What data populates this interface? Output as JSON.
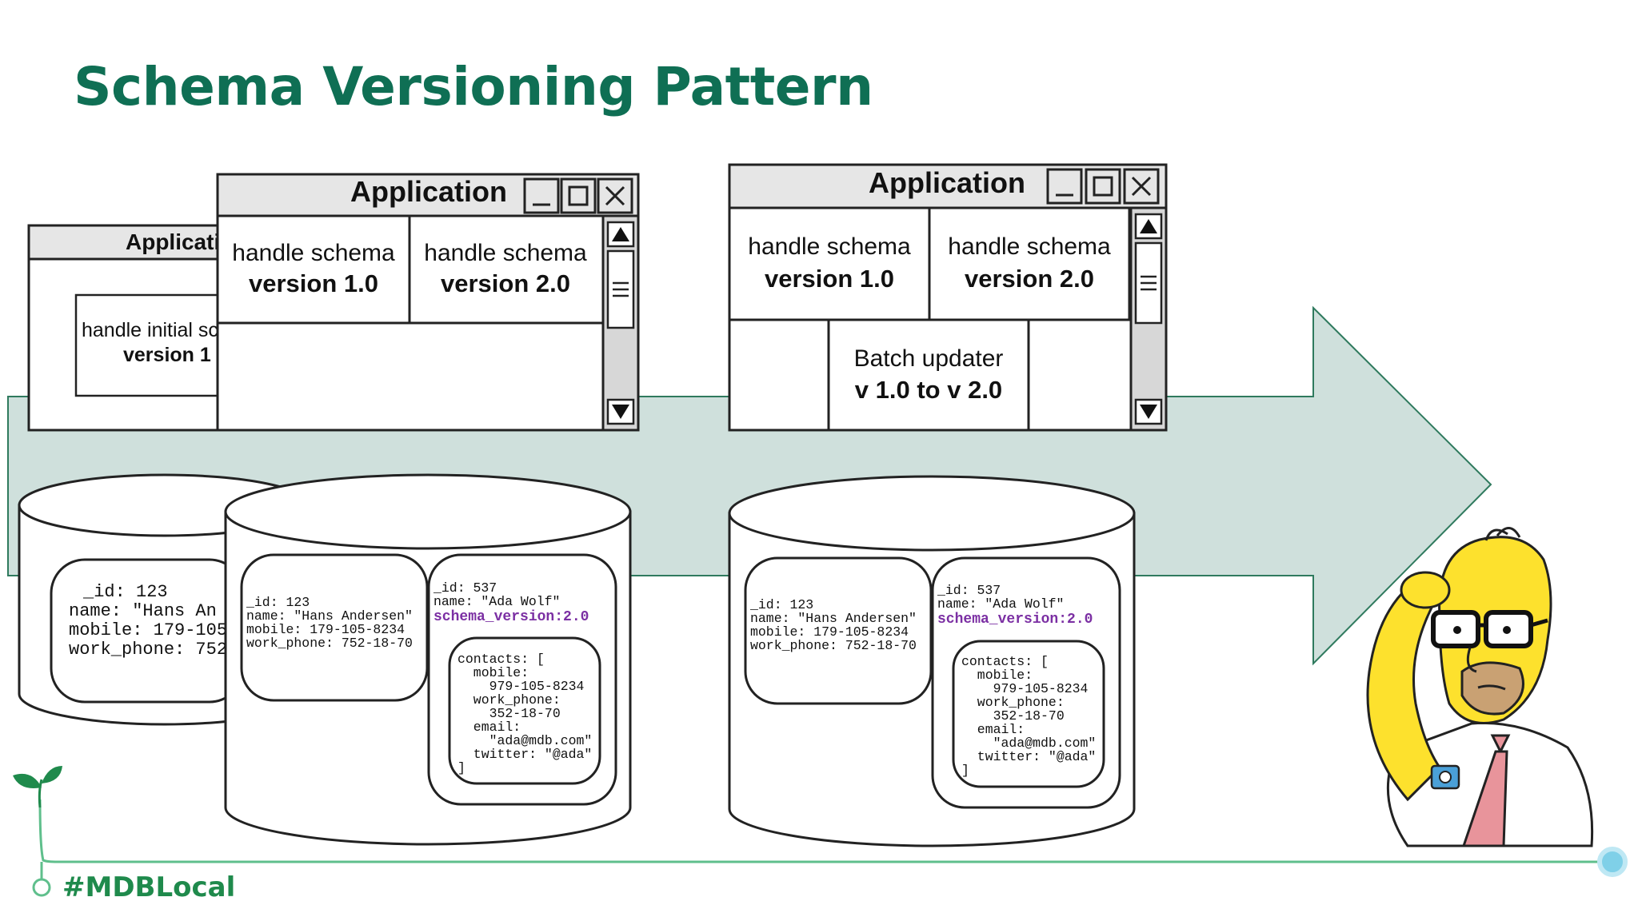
{
  "title": "Schema Versioning Pattern",
  "hashtag": "#MDBLocal",
  "colors": {
    "title": "#0f6f54",
    "brand_green": "#1f8a4c",
    "arrow_fill": "#cfe0dc",
    "arrow_stroke": "#2f7a5e",
    "window_bar": "#e6e6e6",
    "scrollbar": "#d7d7d7",
    "schema_version_text": "#7b2fa3",
    "timeline": "#5fbf8c",
    "timeline_node": "#7fd0e8"
  },
  "stage1": {
    "app_title": "Applicati",
    "handler_line1": "handle initial sc",
    "handler_line2": "version 1",
    "doc_lines": [
      "_id: 123",
      "name: \"Hans An",
      "mobile: 179-105",
      "work_phone: 752"
    ]
  },
  "stage2": {
    "app_title": "Application",
    "handler1_line1": "handle schema",
    "handler1_line2": "version 1.0",
    "handler2_line1": "handle schema",
    "handler2_line2": "version 2.0",
    "doc_old_lines": [
      "_id: 123",
      "name: \"Hans Andersen\"",
      "mobile: 179-105-8234",
      "work_phone: 752-18-70"
    ],
    "doc_new_lines": [
      "_id: 537",
      "name: \"Ada Wolf\""
    ],
    "schema_version_label": "schema_version:2.0",
    "contacts_lines": [
      "contacts: [",
      "  mobile:",
      "    979-105-8234",
      "  work_phone:",
      "    352-18-70",
      "  email:",
      "    \"ada@mdb.com\"",
      "  twitter: \"@ada\"",
      "]"
    ]
  },
  "stage3": {
    "app_title": "Application",
    "handler1_line1": "handle schema",
    "handler1_line2": "version 1.0",
    "handler2_line1": "handle schema",
    "handler2_line2": "version 2.0",
    "batch_line1": "Batch updater",
    "batch_line2": "v 1.0 to v 2.0",
    "doc_old_lines": [
      "_id: 123",
      "name: \"Hans Andersen\"",
      "mobile: 179-105-8234",
      "work_phone: 752-18-70"
    ],
    "doc_new_lines": [
      "_id: 537",
      "name: \"Ada Wolf\""
    ],
    "schema_version_label": "schema_version:2.0",
    "contacts_lines": [
      "contacts: [",
      "  mobile:",
      "    979-105-8234",
      "  work_phone:",
      "    352-18-70",
      "  email:",
      "    \"ada@mdb.com\"",
      "  twitter: \"@ada\"",
      "]"
    ]
  }
}
